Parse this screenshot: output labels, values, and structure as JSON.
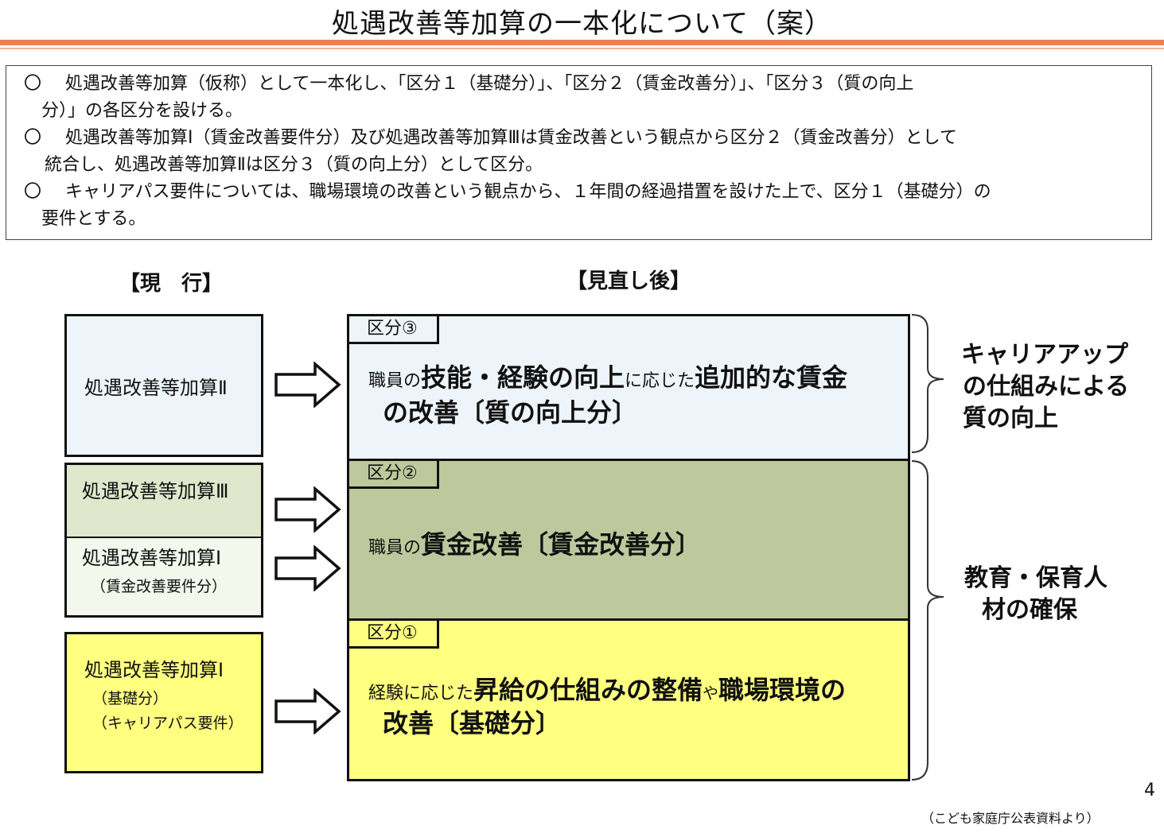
{
  "title": "処遇改善等加算の一本化について（案）",
  "summary": {
    "bullet": "〇",
    "lines": [
      "処遇改善等加算（仮称）として一本化し、「区分１（基礎分）」、「区分２（賃金改善分）」、「区分３（質の向上",
      "分）」の各区分を設ける。",
      "処遇改善等加算Ⅰ（賃金改善要件分）及び処遇改善等加算Ⅲは賃金改善という観点から区分２（賃金改善分）として",
      "統合し、処遇改善等加算Ⅱは区分３（質の向上分）として区分。",
      "キャリアパス要件については、職場環境の改善という観点から、１年間の経過措置を設けた上で、区分１（基礎分）の",
      "要件とする。"
    ]
  },
  "headers": {
    "current": "【現　行】",
    "revised": "【見直し後】"
  },
  "current": {
    "k2": {
      "name": "処遇改善等加算Ⅱ"
    },
    "k3": {
      "name": "処遇改善等加算Ⅲ"
    },
    "k1_wage": {
      "name": "処遇改善等加算Ⅰ",
      "sub": "（賃金改善要件分）"
    },
    "k1_base": {
      "name": "処遇改善等加算Ⅰ",
      "sub1": "（基礎分）",
      "sub2": "（キャリアパス要件）"
    }
  },
  "revised": {
    "d3": {
      "tag": "区分③",
      "t1": "職員の",
      "t2": "技能・経験の向上",
      "t3": "に応じた",
      "t4": "追加的な賃金",
      "t5": "の改善〔質の向上分〕"
    },
    "d2": {
      "tag": "区分②",
      "t1": "職員の",
      "t2": "賃金改善〔賃金改善分〕"
    },
    "d1": {
      "tag": "区分①",
      "t1": "経験に応じた",
      "t2": "昇給の仕組みの整備",
      "t3": "や",
      "t4": "職場環境の",
      "t5": "改善〔基礎分〕"
    }
  },
  "side": {
    "career": [
      "キャリアアップ",
      "の仕組みによる",
      "質の向上"
    ],
    "staff": [
      "教育・保育人",
      "材の確保"
    ]
  },
  "page_number": "4",
  "source": "（こども家庭庁公表資料より）",
  "colors": {
    "rule": "#e9814d",
    "light_blue": "#eef5fa",
    "olive": "#bdc99c",
    "light_green": "#dfe8cd",
    "pale": "#f3f7ec",
    "yellow": "#ffff80"
  }
}
